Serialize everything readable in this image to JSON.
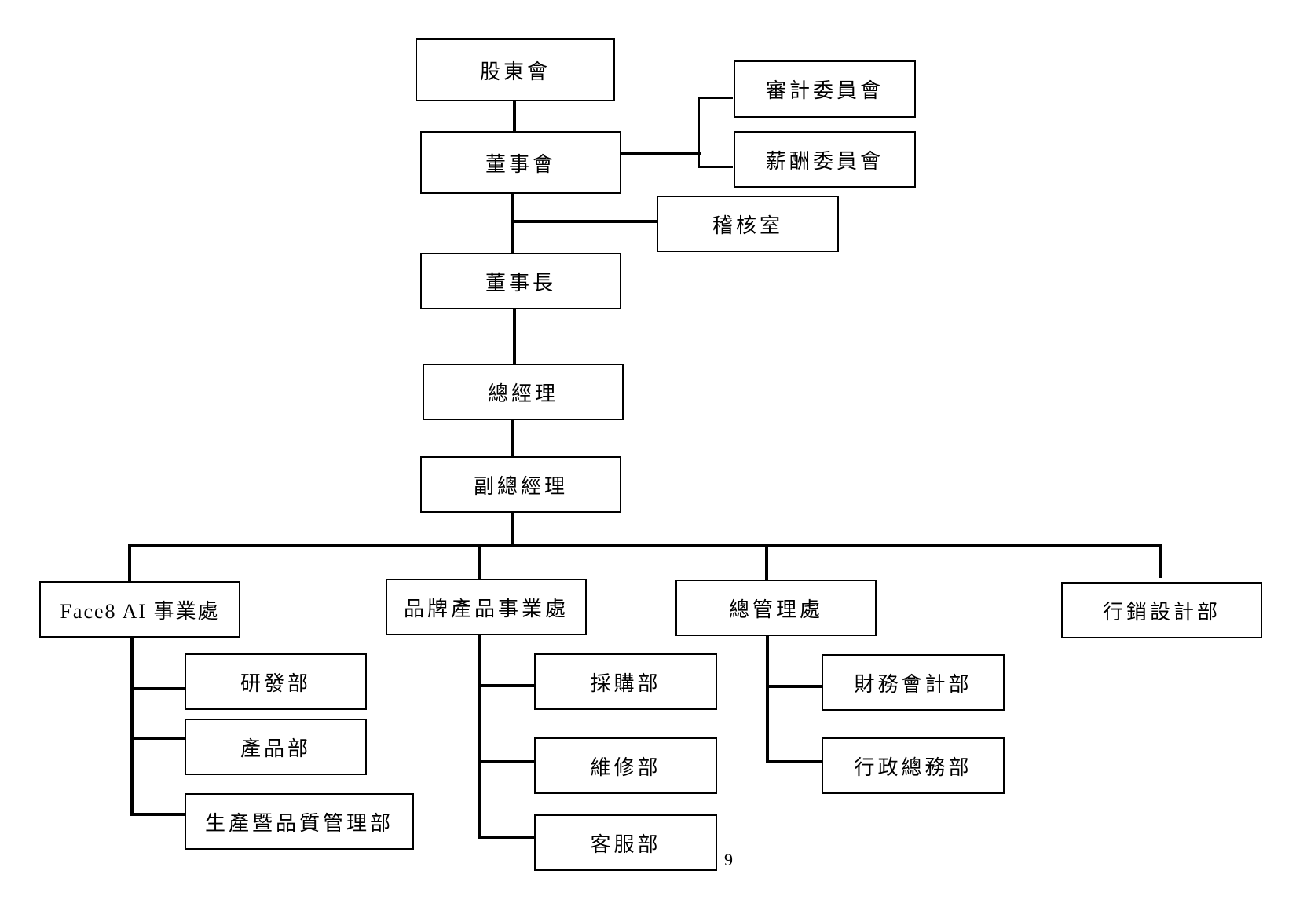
{
  "org": {
    "shareholders": "股東會",
    "board": "董事會",
    "audit_committee": "審計委員會",
    "comp_committee": "薪酬委員會",
    "internal_audit": "稽核室",
    "chairman": "董事長",
    "gm": "總經理",
    "vice_gm": "副總經理",
    "div_face8": "Face8 AI 事業處",
    "div_brand": "品牌產品事業處",
    "div_admin": "總管理處",
    "dept_marketing": "行銷設計部",
    "dept_rd": "研發部",
    "dept_product": "產品部",
    "dept_production_qa": "生產暨品質管理部",
    "dept_purchasing": "採購部",
    "dept_repair": "維修部",
    "dept_service": "客服部",
    "dept_finance": "財務會計部",
    "dept_general_affairs": "行政總務部"
  },
  "page_number": "9"
}
